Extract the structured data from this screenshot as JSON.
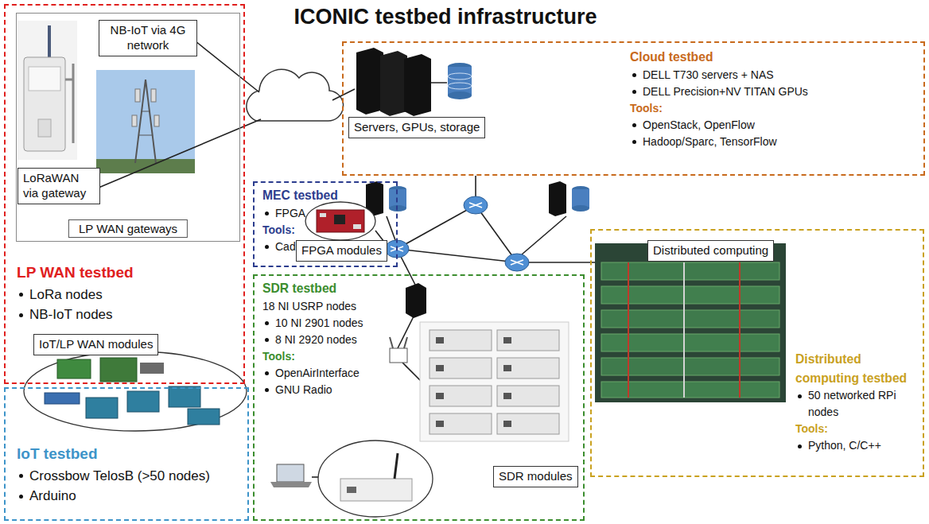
{
  "diagram": {
    "title": "ICONIC testbed infrastructure",
    "nodes": [
      {
        "text": [
          "LP WAN testbed",
          "LoRa nodes",
          "NB-IoT nodes"
        ]
      },
      {
        "text": [
          "LP WAN gateways"
        ],
        "in": 0
      },
      {
        "text": [
          "NB-IoT via 4G network"
        ],
        "in": 1
      },
      {
        "text": [
          "LoRaWAN via gateway"
        ],
        "in": 1
      },
      {
        "text": [
          "IoT/LP WAN modules"
        ],
        "in": 0
      },
      {
        "text": [
          "Cloud testbed",
          "DELL T730 servers + NAS",
          "DELL Precision+NV TITAN GPUs",
          "Tools:",
          "OpenStack, OpenFlow",
          "Hadoop/Sparc, TensorFlow"
        ]
      },
      {
        "text": [
          "Servers, GPUs, storage"
        ],
        "in": 5
      },
      {
        "text": [
          "MEC testbed",
          "FPGA",
          "Tools:",
          "Cadence"
        ]
      },
      {
        "text": [
          "FPGA modules"
        ],
        "in": 7
      },
      {
        "text": [
          "SDR testbed",
          "18 NI USRP nodes",
          "10 NI 2901 nodes",
          "8 NI 2920 nodes",
          "Tools:",
          "OpenAirInterface",
          "GNU Radio"
        ]
      },
      {
        "text": [
          "SDR modules"
        ],
        "in": 9
      },
      {
        "text": [
          "Distributed computing testbed",
          "50 networked RPi nodes",
          "Tools:",
          "Python, C/C++"
        ]
      },
      {
        "text": [
          "Distributed computing"
        ],
        "in": 11
      },
      {
        "text": [
          "IoT testbed",
          "Crossbow TelosB (>50 nodes)",
          "Arduino"
        ]
      }
    ]
  }
}
